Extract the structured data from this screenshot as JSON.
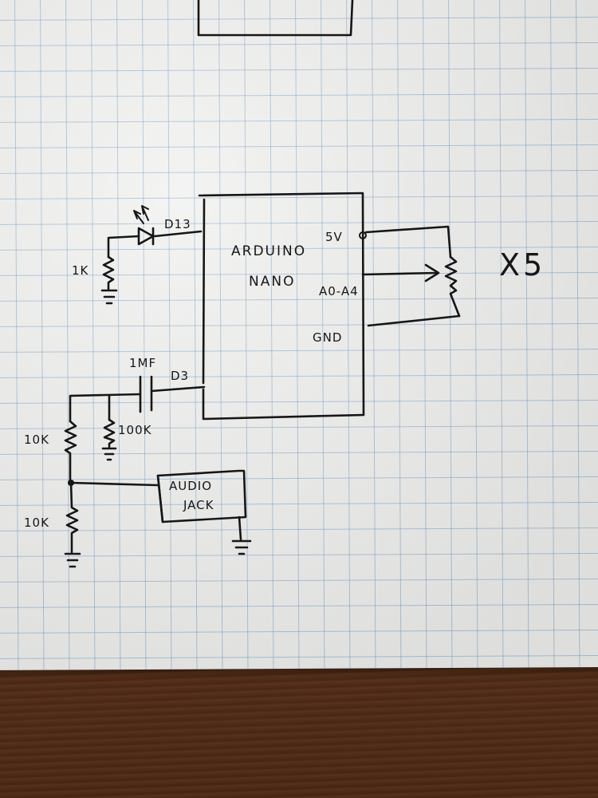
{
  "board": {
    "line1": "ARDUINO",
    "line2": "NANO"
  },
  "pins": {
    "d13": "D13",
    "d3": "D3",
    "v5": "5V",
    "analog": "A0-A4",
    "gnd": "GND"
  },
  "components": {
    "led_resistor": "1K",
    "capacitor": "1MF",
    "pulldown": "100K",
    "divider_top": "10K",
    "divider_bottom": "10K",
    "jack_line1": "AUDIO",
    "jack_line2": "JACK"
  },
  "multiplier": "X5"
}
